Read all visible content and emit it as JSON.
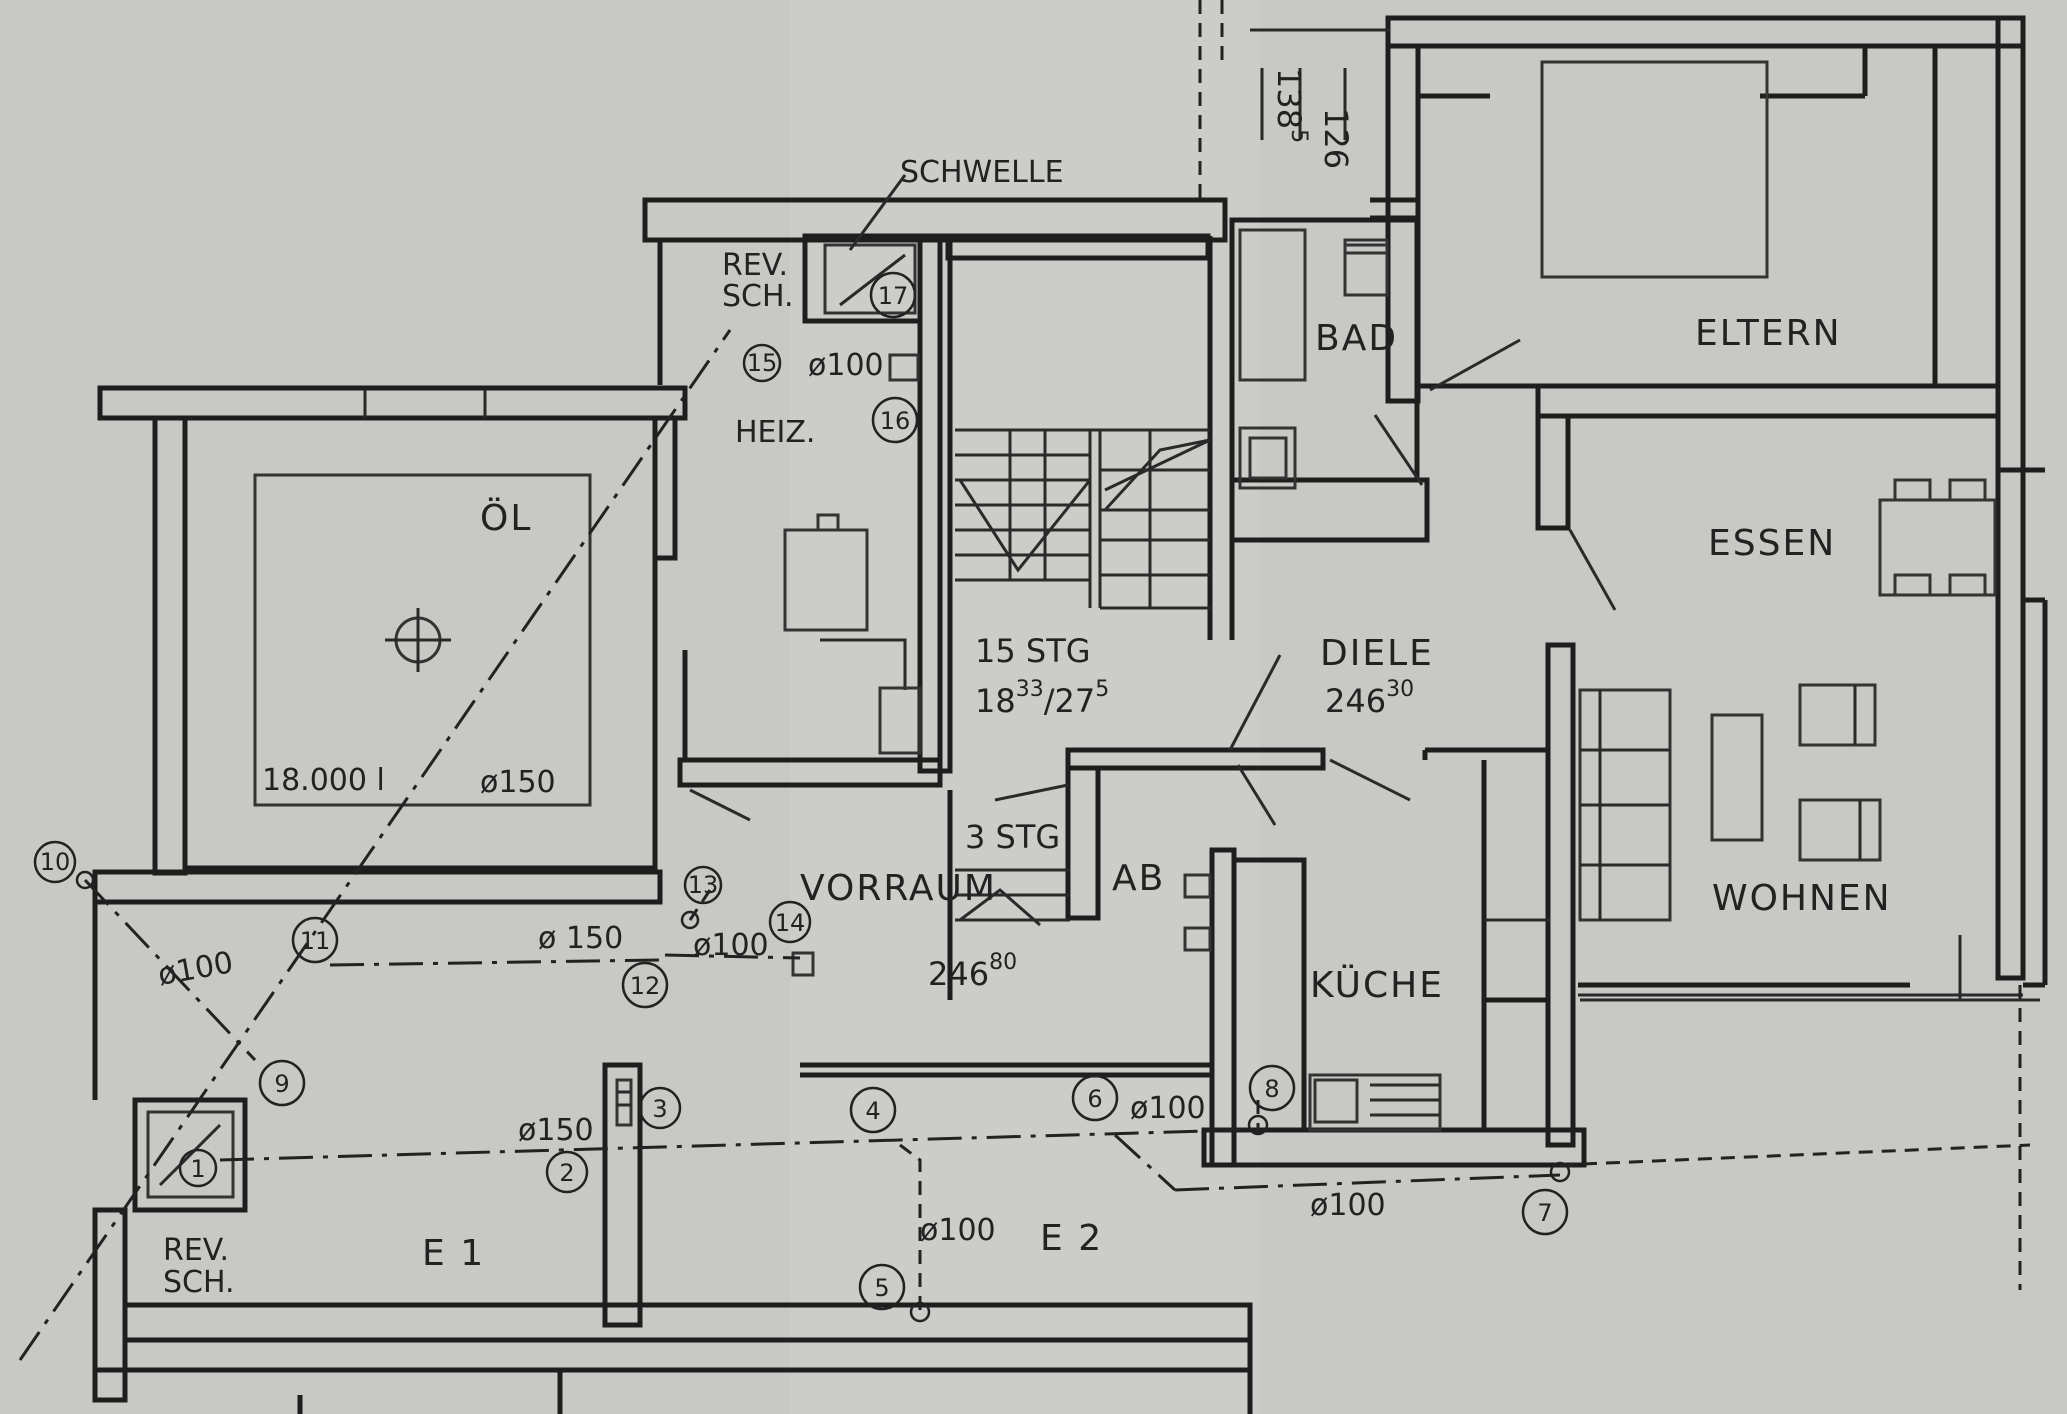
{
  "rooms": {
    "oel": "ÖL",
    "tank_volume": "18.000 l",
    "heiz": "HEIZ.",
    "schwelle": "SCHWELLE",
    "rev_sch_top": "REV.\nSCH.",
    "rev_sch_bottom": "REV.\nSCH.",
    "bad": "BAD",
    "eltern": "ELTERN",
    "essen": "ESSEN",
    "diele": "DIELE",
    "wohnen": "WOHNEN",
    "kueche": "KÜCHE",
    "ab": "AB",
    "vorraum": "VORRAUM",
    "e1": "E 1",
    "e2": "E 2"
  },
  "stairs": {
    "main_steps": "15 STG",
    "main_rise_base": "18",
    "main_rise_sup": "33",
    "main_run_base": "/27",
    "main_run_sup": "5",
    "small_steps": "3 STG"
  },
  "levels": {
    "diele_base": "246",
    "diele_sup": "30",
    "vorraum_base": "246",
    "vorraum_sup": "80"
  },
  "dimensions": {
    "top_a": "126",
    "top_b_base": "138",
    "top_b_sup": "5"
  },
  "pipes": {
    "d150_oel": "ø150",
    "d150_mid": "ø 150",
    "d100_left": "ø100",
    "d100_13": "ø100",
    "d150_3": "ø150",
    "d100_5": "ø100",
    "d100_6": "ø100",
    "d100_7": "ø100",
    "d100_15": "ø100"
  },
  "markers": [
    "1",
    "2",
    "3",
    "4",
    "5",
    "6",
    "7",
    "8",
    "9",
    "10",
    "11",
    "12",
    "13",
    "14",
    "15",
    "16",
    "17"
  ]
}
